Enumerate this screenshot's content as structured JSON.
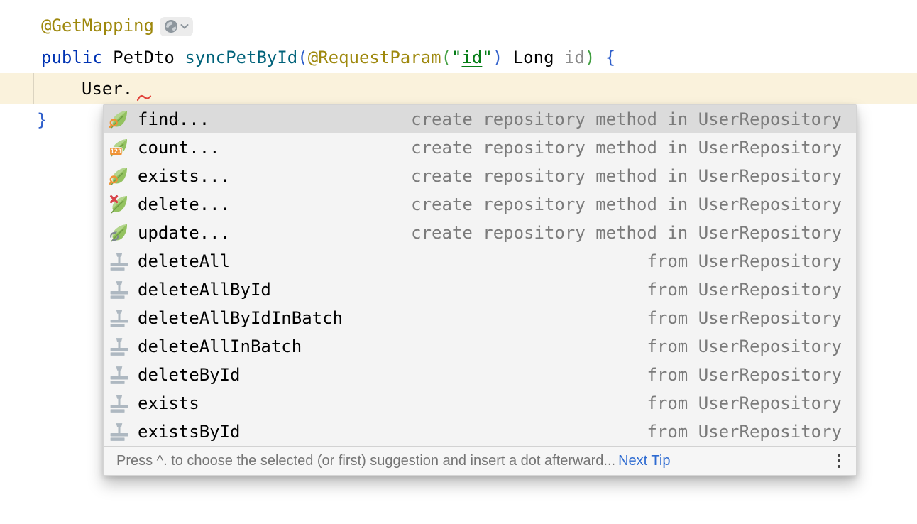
{
  "colors": {
    "annotation": "#9e880d",
    "keyword": "#0033b3",
    "method_decl": "#00627a",
    "string": "#067d17",
    "paren_blue": "#2f5fcb",
    "paren_green": "#3f9e3f",
    "unused_param": "#8c8c8c",
    "caret_row_bg": "#faf2dc",
    "popup_bg": "#f4f4f4",
    "popup_selected_bg": "#dbdbdb",
    "hint_gray": "#7b7b7b",
    "link_blue": "#2e6bd1",
    "error_red": "#e2453c",
    "leaf_green": "#93c25f",
    "badge_orange": "#ef9234",
    "badge_red": "#d8434a",
    "method_icon_gray": "#aeb8c1"
  },
  "code": {
    "line1": {
      "annotation": "@GetMapping"
    },
    "line2": {
      "kw": "public ",
      "ret": "PetDto ",
      "mth": "syncPetById",
      "p1": "(",
      "ann": "@RequestParam",
      "p2": "(",
      "q1": "\"",
      "arg": "id",
      "q2": "\"",
      "p3": ") ",
      "type": "Long ",
      "param": "id",
      "p4": ") ",
      "brace": "{"
    },
    "line3": {
      "expr": "User."
    },
    "line4": {
      "brace": "}"
    }
  },
  "icons": {
    "annotation_action": "globe-icon with chevron-down-icon",
    "spring_search": "leaf with magnifier badge",
    "spring_count": "leaf with 123 badge",
    "spring_delete": "leaf with red x badge",
    "spring_update": "leaf with refresh badge",
    "method": "gray method glyph",
    "count_badge_label": "123"
  },
  "popup": {
    "items": [
      {
        "name": "find...",
        "hint": "create repository method in UserRepository",
        "icon": "spring-search-icon",
        "selected": true
      },
      {
        "name": "count...",
        "hint": "create repository method in UserRepository",
        "icon": "spring-count-icon",
        "selected": false
      },
      {
        "name": "exists...",
        "hint": "create repository method in UserRepository",
        "icon": "spring-search-icon",
        "selected": false
      },
      {
        "name": "delete...",
        "hint": "create repository method in UserRepository",
        "icon": "spring-delete-icon",
        "selected": false
      },
      {
        "name": "update...",
        "hint": "create repository method in UserRepository",
        "icon": "spring-update-icon",
        "selected": false
      },
      {
        "name": "deleteAll",
        "hint": "from UserRepository",
        "icon": "method-icon",
        "selected": false
      },
      {
        "name": "deleteAllById",
        "hint": "from UserRepository",
        "icon": "method-icon",
        "selected": false
      },
      {
        "name": "deleteAllByIdInBatch",
        "hint": "from UserRepository",
        "icon": "method-icon",
        "selected": false
      },
      {
        "name": "deleteAllInBatch",
        "hint": "from UserRepository",
        "icon": "method-icon",
        "selected": false
      },
      {
        "name": "deleteById",
        "hint": "from UserRepository",
        "icon": "method-icon",
        "selected": false
      },
      {
        "name": "exists",
        "hint": "from UserRepository",
        "icon": "method-icon",
        "selected": false
      },
      {
        "name": "existsById",
        "hint": "from UserRepository",
        "icon": "method-icon",
        "selected": false
      }
    ],
    "footer": {
      "message": "Press ^. to choose the selected (or first) suggestion and insert a dot afterward...",
      "link": "Next Tip"
    }
  }
}
